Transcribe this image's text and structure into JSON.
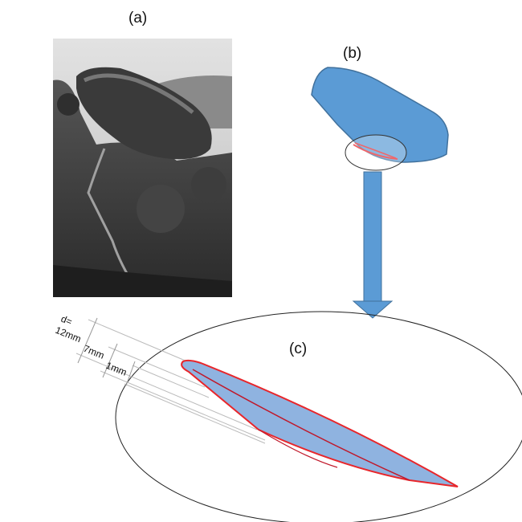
{
  "labels": {
    "a": "(a)",
    "b": "(b)",
    "c": "(c)"
  },
  "dimensions": {
    "prefix": "d=",
    "d1": "12mm",
    "d2": "7mm",
    "d3": "1mm"
  },
  "colors": {
    "shape_fill": "#5b9bd5",
    "shape_stroke": "#41719c",
    "red": "#e8262b"
  }
}
